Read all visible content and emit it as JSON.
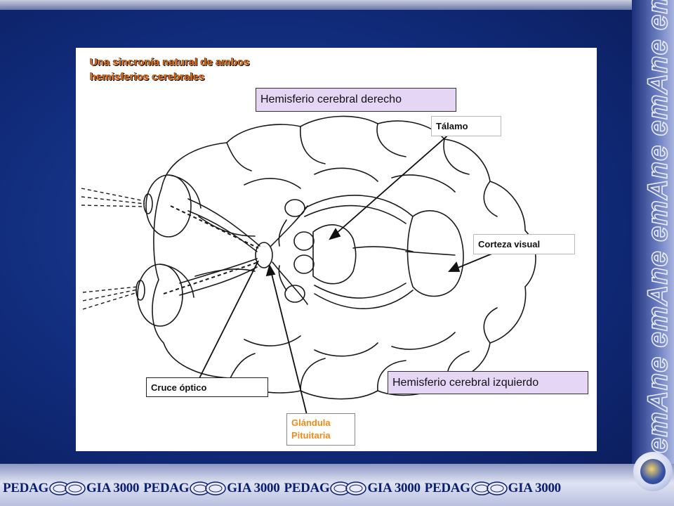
{
  "slide": {
    "title": "Una sincronía natural de ambos hemisferios cerebrales"
  },
  "labels": {
    "right_hemisphere": "Hemisferio cerebral derecho",
    "thalamus": "Tálamo",
    "visual_cortex": "Corteza visual",
    "optic_chiasm": "Cruce óptico",
    "left_hemisphere": "Hemisferio cerebral izquierdo",
    "pituitary_line1": "Glándula",
    "pituitary_line2": "Pituitaria"
  },
  "footer": {
    "units": [
      {
        "left": "PEDAG",
        "right": "GIA 3000"
      },
      {
        "left": "PEDAG",
        "right": "GIA 3000"
      },
      {
        "left": "PEDAG",
        "right": "GIA 3000"
      },
      {
        "left": "PEDAG",
        "right": "GIA 3000"
      }
    ]
  },
  "watermark": {
    "text": "emAne emAne emAne emAne emAne"
  },
  "colors": {
    "title": "#e8721c",
    "label_violet": "#e5d6f6",
    "pituitary_text": "#f08a1a",
    "footer_text": "#0c1f6e"
  },
  "icons": {
    "logo": "globe-logo-icon",
    "footer_symbol": "infinity-eyes-icon"
  }
}
